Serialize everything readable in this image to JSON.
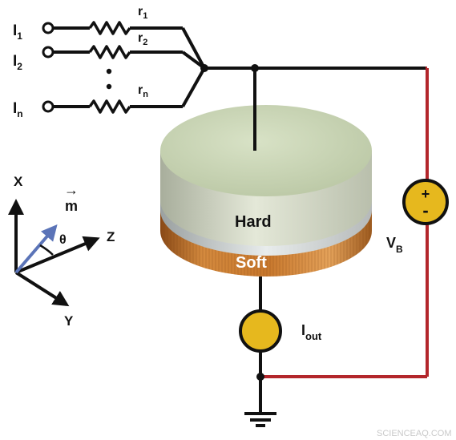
{
  "inputs": [
    {
      "current": "I",
      "current_sub": "1",
      "resistor": "r",
      "resistor_sub": "1"
    },
    {
      "current": "I",
      "current_sub": "2",
      "resistor": "r",
      "resistor_sub": "2"
    },
    {
      "current": "I",
      "current_sub": "n",
      "resistor": "r",
      "resistor_sub": "n"
    }
  ],
  "layers": {
    "hard": "Hard",
    "soft": "Soft"
  },
  "source": {
    "label": "V",
    "label_sub": "B",
    "plus": "+",
    "minus": "-"
  },
  "output": {
    "label": "I",
    "label_sub": "out"
  },
  "axes": {
    "x": "X",
    "y": "Y",
    "z": "Z",
    "theta": "θ",
    "moment": "m",
    "moment_arrow": "→"
  },
  "watermark": "SCIENCEAQ.COM",
  "colors": {
    "wire": "#111111",
    "supply_wire": "#b3262b",
    "source_fill": "#e6b81e",
    "moment_vector": "#5b74b8",
    "hard_layer_top": "#c8d4b4",
    "soft_layer": "#c9782d"
  },
  "icons": [
    "resistor-icon",
    "voltage-source-icon",
    "current-meter-icon",
    "ground-icon",
    "terminal-icon"
  ]
}
